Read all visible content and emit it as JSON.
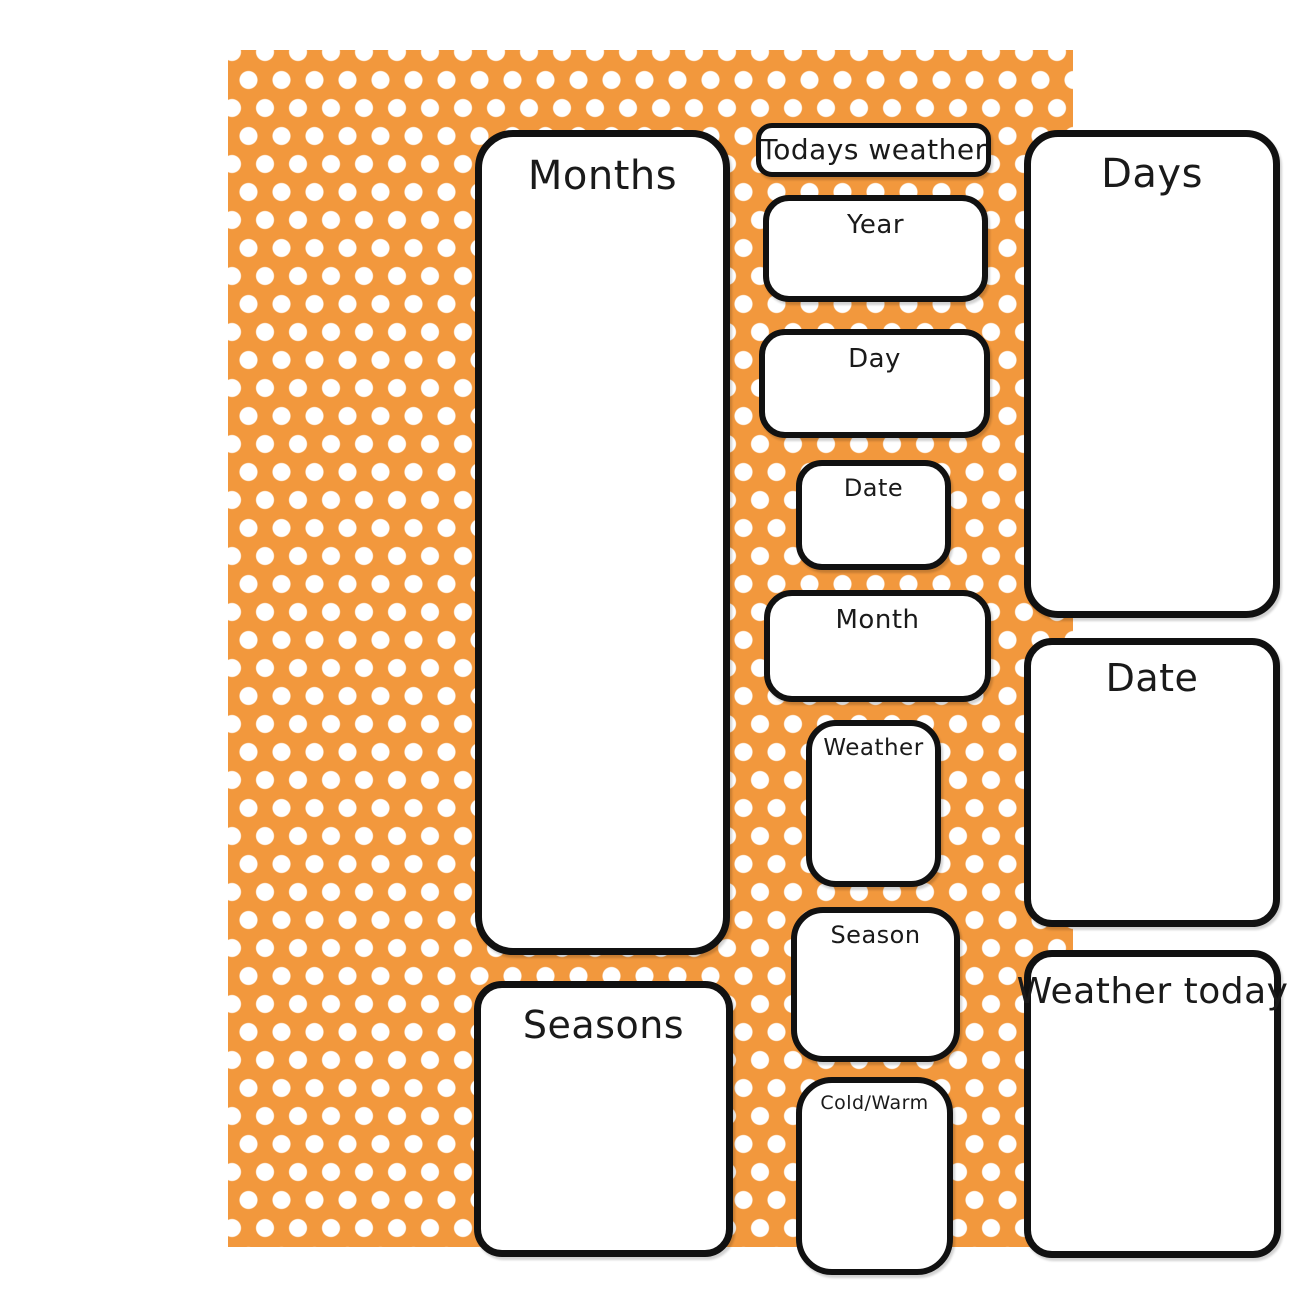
{
  "board": {
    "description": "classroom today's weather display chart",
    "background_color": "#F2983D",
    "dot_color": "#FFFFFF",
    "card_background": "#FFFFFF",
    "card_border_color": "#111111",
    "text_color": "#1A1A1A"
  },
  "boxes": {
    "months": {
      "label": "Months"
    },
    "seasons": {
      "label": "Seasons"
    },
    "todays_weather": {
      "label": "Todays weather"
    },
    "year": {
      "label": "Year"
    },
    "day": {
      "label": "Day"
    },
    "date_small": {
      "label": "Date"
    },
    "month": {
      "label": "Month"
    },
    "weather": {
      "label": "Weather"
    },
    "season": {
      "label": "Season"
    },
    "cold_warm": {
      "label": "Cold/Warm"
    },
    "days": {
      "label": "Days"
    },
    "date_large": {
      "label": "Date"
    },
    "weather_today": {
      "label": "Weather today"
    }
  }
}
